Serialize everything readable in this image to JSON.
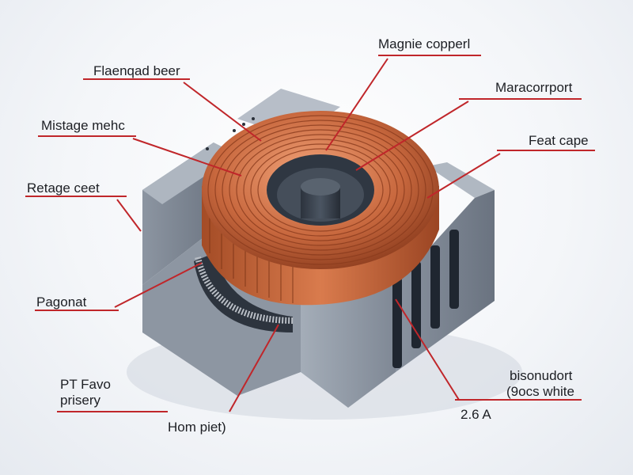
{
  "colors": {
    "leader": "#c0262a",
    "copper": "#c8683e",
    "copper_dark": "#8a3b1d",
    "core_face": "#7e8794",
    "core_top": "#9aa3ae",
    "core_dark": "#3c4450",
    "slot": "#1f2630"
  },
  "labels": {
    "magnie_copper": "Magnie copperl",
    "flaenqad_beer": "Flaenqad beer",
    "maracorrport": "Maracorrport",
    "mistage_mehc": "Mistage mehc",
    "feat_cape": "Feat cape",
    "retage_ceet": "Retage ceet",
    "pagonat": "Pagonat",
    "pt_favor_line1": "PT Favo",
    "pt_favor_line2": "prisery",
    "bisonudort_line1": "bisonudort",
    "bisonudort_line2": "(9ocs white",
    "current": "2.6 A",
    "hom_piet": "Hom piet)"
  }
}
